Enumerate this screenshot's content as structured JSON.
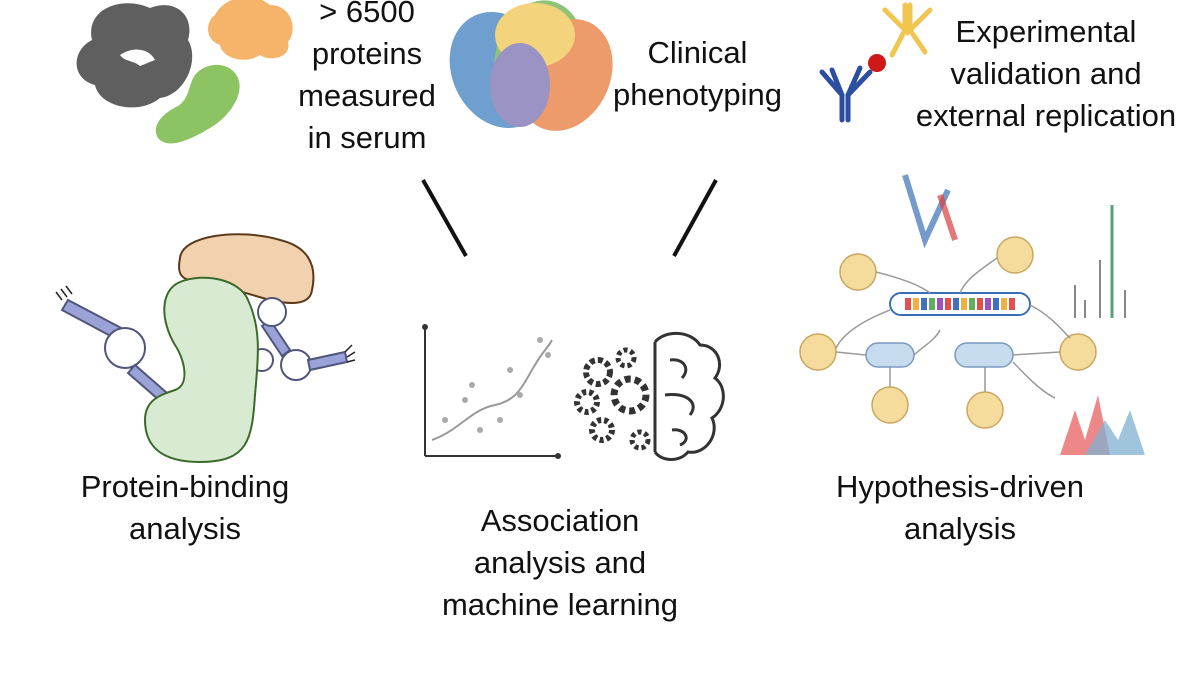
{
  "labels": {
    "proteins": [
      "> 6500",
      "proteins",
      "measured",
      "in serum"
    ],
    "clinical": [
      "Clinical",
      "phenotyping"
    ],
    "validation": [
      "Experimental",
      "validation and",
      "external replication"
    ],
    "protein_binding": [
      "Protein-binding",
      "analysis"
    ],
    "association": [
      "Association",
      "analysis and",
      "machine learning"
    ],
    "hypothesis": [
      "Hypothesis-driven",
      "analysis"
    ]
  },
  "icons": {
    "protein_blobs": "protein-cluster-icon",
    "venn_petals": "phenotype-venn-icon",
    "antibodies": "antibody-icon",
    "aptamer_binding": "aptamer-protein-binding-icon",
    "scatter_plot": "scatter-trend-plot-icon",
    "gears_brain": "gears-brain-icon",
    "network": "pathway-network-icon"
  },
  "colors": {
    "protein_gray": "#5f5f5f",
    "protein_orange": "#f5b46a",
    "protein_green": "#8cc464",
    "binding_green": "#d8ead2",
    "binding_tan": "#f2d2ae",
    "aptamer_blue": "#9aa2d8",
    "node_yellow": "#f5dc9c",
    "node_blue": "#c6dcee",
    "venn_blue": "#3f7fbf",
    "venn_green": "#6ab04c",
    "venn_orange": "#e87a3a",
    "venn_yellow": "#f0c550"
  }
}
